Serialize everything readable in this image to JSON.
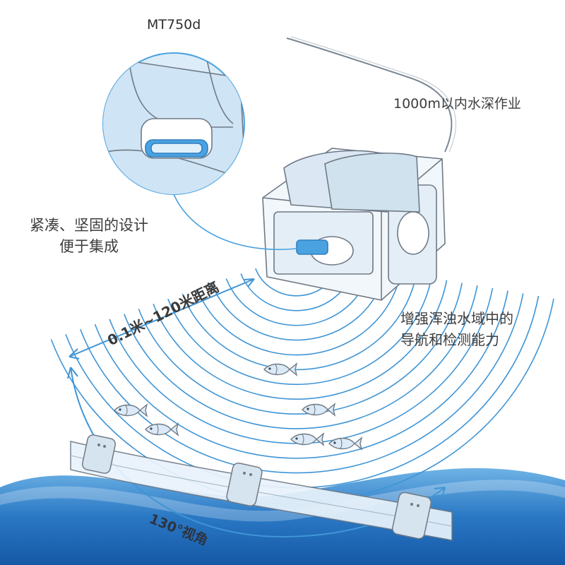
{
  "labels": {
    "model": "MT750d",
    "depth": "1000m以内水深作业",
    "design_line1": "紧凑、坚固的设计",
    "design_line2": "便于集成",
    "range": "0.1米~120米距离",
    "turbid_line1": "增强浑浊水域中的",
    "turbid_line2": "导航和检测能力",
    "angle": "130°视角"
  },
  "colors": {
    "accent_blue": "#4aa3e0",
    "water_dark": "#1a62b0",
    "water_light": "#8fc6ee",
    "line_gray": "#6f7a86"
  },
  "icons": [
    "rov-vehicle",
    "sonar-device",
    "zoom-circle",
    "fish",
    "pipeline",
    "tether-cable"
  ]
}
